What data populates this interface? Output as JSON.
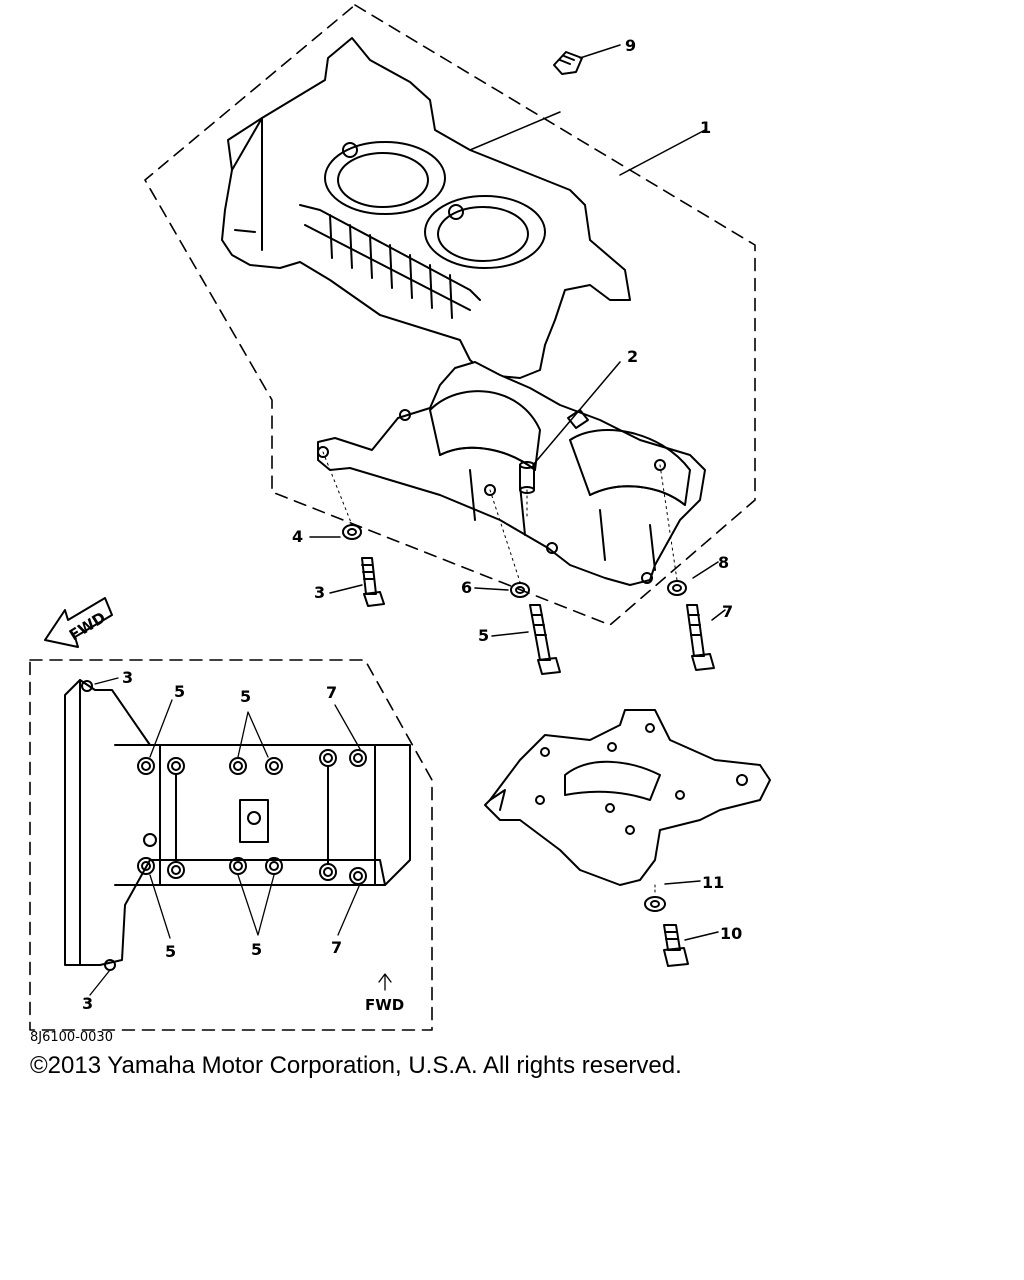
{
  "diagram": {
    "callouts": {
      "c1": "1",
      "c2": "2",
      "c3": "3",
      "c4": "4",
      "c5": "5",
      "c6": "6",
      "c7": "7",
      "c8": "8",
      "c9": "9",
      "c10": "10",
      "c11": "11"
    },
    "inset_callouts": {
      "i3a": "3",
      "i3b": "3",
      "i5a": "5",
      "i5b": "5",
      "i5c": "5",
      "i5d": "5",
      "i7a": "7",
      "i7b": "7"
    },
    "fwd_label": "FWD",
    "fwd_arrow_label": "FWD"
  },
  "footer": {
    "reference_code": "8J6100-0030",
    "copyright": "©2013 Yamaha Motor Corporation, U.S.A. All rights reserved."
  }
}
